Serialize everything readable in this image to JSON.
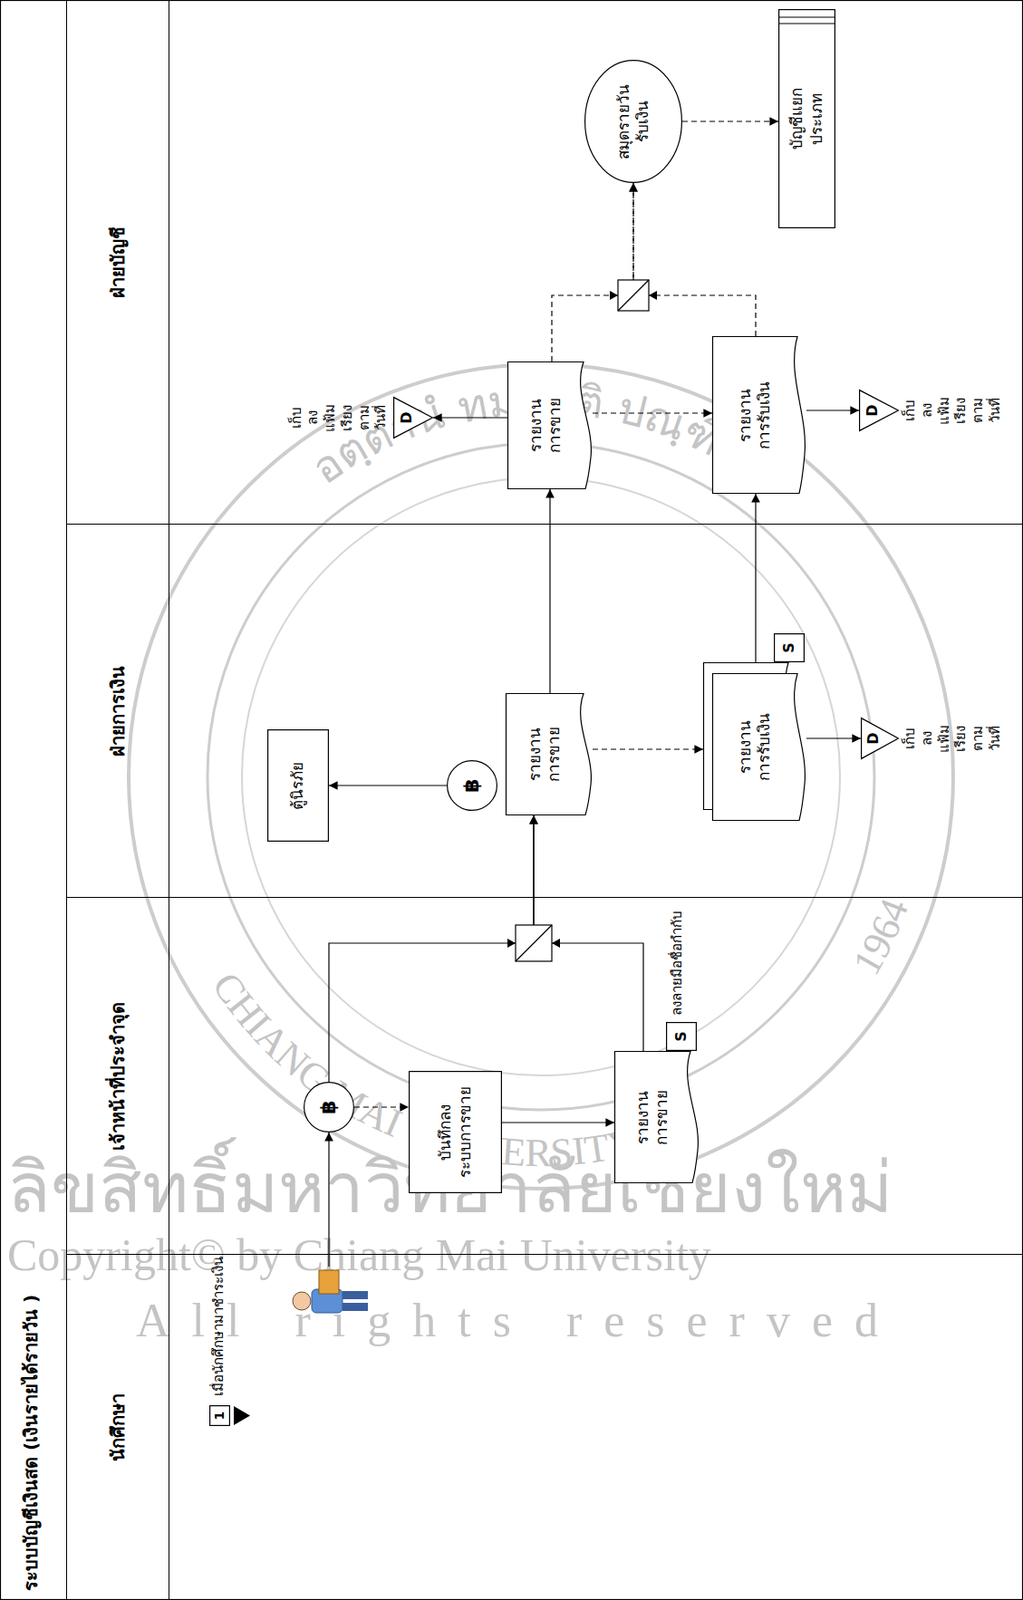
{
  "diagram": {
    "title": "ระบบบัญชีเงินสด (เงินรายได้รายวัน )",
    "nodes": [
      {
        "text": [
          "นักศึกษา"
        ]
      },
      {
        "text": [
          "เจ้าหน้าที่ประจำจุด"
        ]
      },
      {
        "text": [
          "ฝ่ายการเงิน"
        ]
      },
      {
        "text": [
          "ฝ่ายบัญชี"
        ]
      },
      {
        "text": [
          "1",
          "เมื่อนักศึกษามาชำระเงิน"
        ],
        "in": 0
      },
      {
        "text": [
          "฿"
        ],
        "in": 1
      },
      {
        "text": [
          "บันทึกลง ระบบการขาย"
        ],
        "in": 1
      },
      {
        "text": [
          "รายงาน การขาย"
        ],
        "in": 1
      },
      {
        "text": [
          "S"
        ],
        "in": 1
      },
      {
        "text": [
          "ตู้นิรภัย"
        ],
        "in": 2
      },
      {
        "text": [
          "฿"
        ],
        "in": 2
      },
      {
        "text": [
          "รายงาน การขาย"
        ],
        "in": 2
      },
      {
        "text": [
          "รายงาน การรับเงิน"
        ],
        "in": 2
      },
      {
        "text": [
          "S"
        ],
        "in": 2
      },
      {
        "text": [
          "D",
          "เก็บลงแฟ้ม เรียงตามวันที่"
        ],
        "in": 2
      },
      {
        "text": [
          "D",
          "เก็บลงแฟ้ม เรียงตามวันที่"
        ],
        "in": 3
      },
      {
        "text": [
          "รายงาน การขาย"
        ],
        "in": 3
      },
      {
        "text": [
          "รายงาน การรับเงิน"
        ],
        "in": 3
      },
      {
        "text": [
          "D",
          "เก็บลงแฟ้ม เรียงตามวันที่"
        ],
        "in": 3
      },
      {
        "text": [
          "สมุดรายวัน รับเงิน"
        ],
        "in": 3
      },
      {
        "text": [
          "บัญชีแยก ประเภท"
        ],
        "in": 3
      }
    ],
    "edges": [
      {
        "from": 5,
        "to": 6,
        "arrow": "to"
      },
      {
        "from": 6,
        "to": 7,
        "arrow": "to"
      },
      {
        "from": 5,
        "to": 11,
        "arrow": "to"
      },
      {
        "from": 7,
        "to": 11,
        "arrow": "to"
      },
      {
        "from": 10,
        "to": 9,
        "arrow": "to"
      },
      {
        "from": 11,
        "to": 12,
        "arrow": "to"
      },
      {
        "from": 12,
        "to": 14,
        "arrow": "to"
      },
      {
        "from": 11,
        "to": 16,
        "arrow": "to"
      },
      {
        "from": 12,
        "to": 17,
        "arrow": "to"
      },
      {
        "from": 16,
        "to": 15,
        "arrow": "to"
      },
      {
        "from": 16,
        "to": 17,
        "arrow": "to"
      },
      {
        "from": 17,
        "to": 18,
        "arrow": "to"
      },
      {
        "from": 16,
        "to": 19,
        "arrow": "to"
      },
      {
        "from": 17,
        "to": 19,
        "arrow": "to"
      },
      {
        "from": 19,
        "to": 20,
        "arrow": "to"
      }
    ],
    "labels": [
      "ลงลายมือชื่อกำกับ",
      "อตฺตานํ ทมยนฺติ ปณฺฑิตา",
      "CHIANG MAI UNIVERSITY",
      "1964",
      "ลิขสิทธิ์มหาวิทยาลัยเชียงใหม่",
      "Copyright© by Chiang Mai University",
      "All rights reserved"
    ]
  }
}
